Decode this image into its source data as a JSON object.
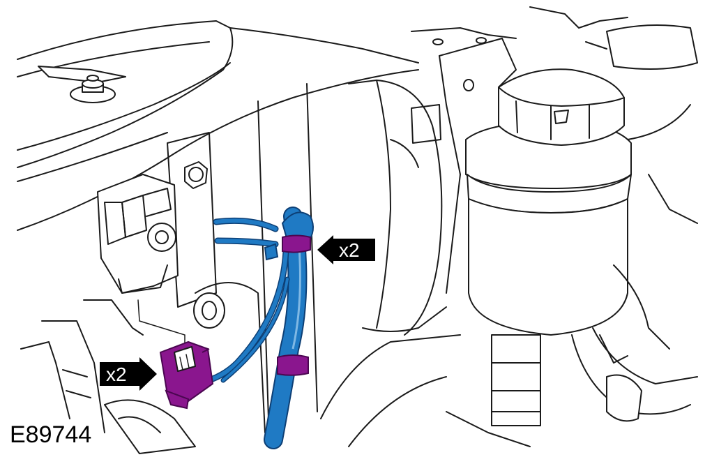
{
  "figure": {
    "id_label": "E89744"
  },
  "callouts": [
    {
      "label": "x2"
    },
    {
      "label": "x2"
    }
  ],
  "colors": {
    "harness": "#1f7ac4",
    "harness_dark": "#0d3f75",
    "connector": "#8a168e",
    "callout_bg": "#000000",
    "line": "#1a1a1a"
  }
}
